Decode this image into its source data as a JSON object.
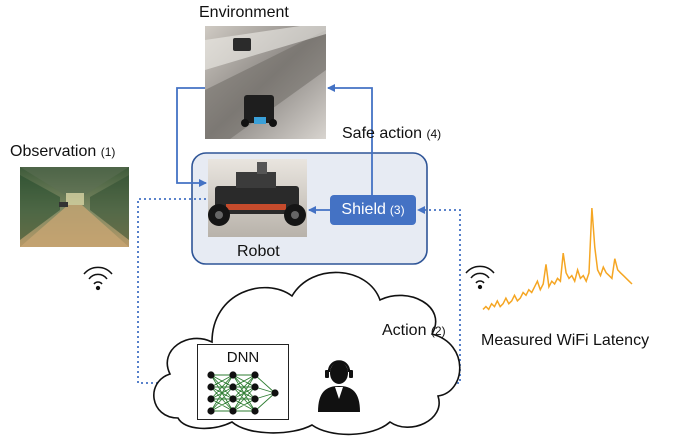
{
  "labels": {
    "environment": "Environment",
    "observation": "Observation",
    "observation_num": "(1)",
    "safe_action": "Safe action",
    "safe_action_num": "(4)",
    "shield": "Shield",
    "shield_num": "(3)",
    "robot": "Robot",
    "action": "Action",
    "action_num": "(2)",
    "dnn": "DNN",
    "latency": "Measured WiFi Latency"
  },
  "colors": {
    "arrow_blue": "#4472c4",
    "robot_panel_bg": "#e7ebf3",
    "robot_panel_border": "#2f5597",
    "latency_line": "#f5a623",
    "shield_fill": "#4472c4"
  },
  "icons": [
    "wifi-icon",
    "neural-network-icon",
    "operator-icon",
    "cloud-icon"
  ],
  "latency_series": [
    2,
    3,
    2,
    4,
    3,
    5,
    3,
    4,
    6,
    4,
    5,
    7,
    5,
    6,
    8,
    7,
    9,
    8,
    10,
    12,
    9,
    11,
    18,
    10,
    12,
    11,
    13,
    12,
    22,
    15,
    13,
    14,
    12,
    16,
    13,
    14,
    12,
    15,
    38,
    24,
    16,
    14,
    17,
    15,
    14,
    13,
    20,
    16,
    15,
    14,
    13,
    12,
    11
  ]
}
